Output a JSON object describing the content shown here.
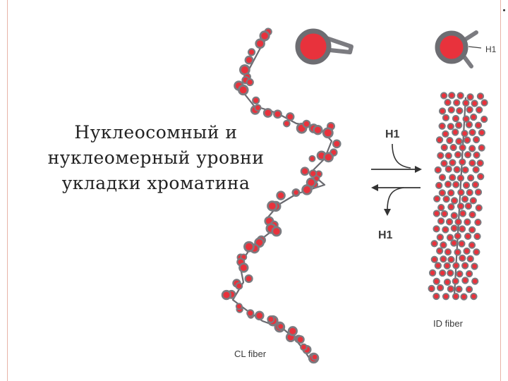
{
  "slide": {
    "title_lines": [
      "Нуклеосомный и",
      "нуклеомерный уровни",
      "укладки хроматина"
    ]
  },
  "diagram": {
    "label_cl": "CL fiber",
    "label_id": "ID fiber",
    "label_h1_inset": "H1",
    "label_h1_top": "H1",
    "label_h1_bottom": "H1"
  },
  "colors": {
    "nucleosome": "#e8323c",
    "wrap": "#7b7b80",
    "frame": "#e8b4a8"
  }
}
